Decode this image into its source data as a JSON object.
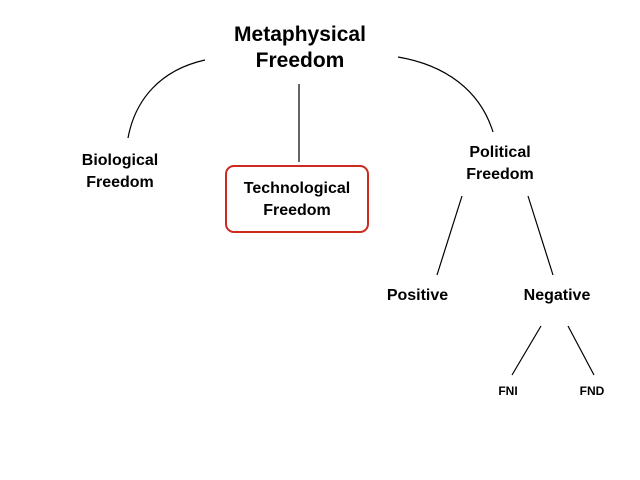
{
  "nodes": {
    "root": {
      "line1": "Metaphysical",
      "line2": "Freedom"
    },
    "biological": {
      "line1": "Biological",
      "line2": "Freedom"
    },
    "technological": {
      "line1": "Technological",
      "line2": "Freedom"
    },
    "political": {
      "line1": "Political",
      "line2": "Freedom"
    },
    "positive": {
      "label": "Positive"
    },
    "negative": {
      "label": "Negative"
    },
    "fni": {
      "label": "FNI"
    },
    "fnd": {
      "label": "FND"
    }
  },
  "colors": {
    "highlight_border": "#cc2a1e",
    "line": "#000000"
  }
}
